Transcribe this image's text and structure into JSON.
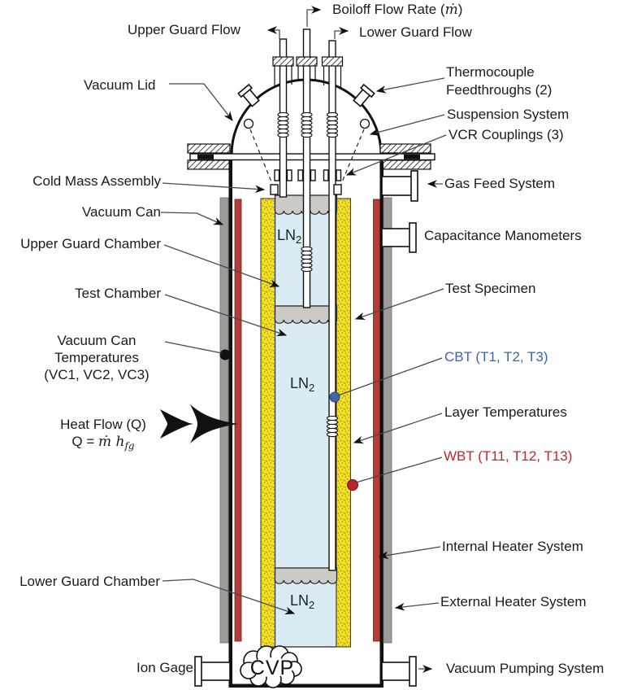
{
  "labels": {
    "boiloff_prefix": "Boiloff Flow Rate (",
    "boiloff_mdot": "ṁ",
    "boiloff_suffix": ")",
    "upper_guard_flow": "Upper Guard Flow",
    "lower_guard_flow": "Lower Guard Flow",
    "vacuum_lid": "Vacuum Lid",
    "thermocouple_line1": "Thermocouple",
    "thermocouple_line2": "Feedthroughs (2)",
    "suspension_system": "Suspension System",
    "vcr_couplings": "VCR Couplings (3)",
    "cold_mass_assembly": "Cold Mass Assembly",
    "gas_feed_system": "Gas Feed System",
    "vacuum_can": "Vacuum Can",
    "capacitance_manometers": "Capacitance Manometers",
    "upper_guard_chamber": "Upper Guard Chamber",
    "test_chamber": "Test Chamber",
    "test_specimen": "Test Specimen",
    "vc_temps_line1": "Vacuum Can",
    "vc_temps_line2": "Temperatures",
    "vc_temps_line3": "(VC1, VC2, VC3)",
    "cbt": "CBT (T1, T2, T3)",
    "heat_flow": "Heat Flow (Q)",
    "formula_q": "Q = ",
    "formula_mdot": "ṁ",
    "formula_h": " h",
    "formula_sub": "fg",
    "layer_temperatures": "Layer Temperatures",
    "wbt": "WBT (T11, T12, T13)",
    "internal_heater": "Internal Heater System",
    "external_heater": "External Heater System",
    "lower_guard_chamber": "Lower Guard Chamber",
    "ion_gage": "Ion Gage",
    "vacuum_pumping": "Vacuum Pumping System",
    "cvp": "CVP",
    "ln2_main": "LN",
    "ln2_sub": "2"
  },
  "colors": {
    "cbt_text": "#3A67AE",
    "wbt_text": "#C2262C",
    "cbt_dot": "#4166AE",
    "wbt_dot": "#C0222A",
    "insulation_yellow": "#F3DF25",
    "heater_red": "#B23E3A",
    "external_gray": "#9C9C9A",
    "ln2_blue": "#D9EBF3",
    "cap_gray": "#CCCAC5"
  }
}
